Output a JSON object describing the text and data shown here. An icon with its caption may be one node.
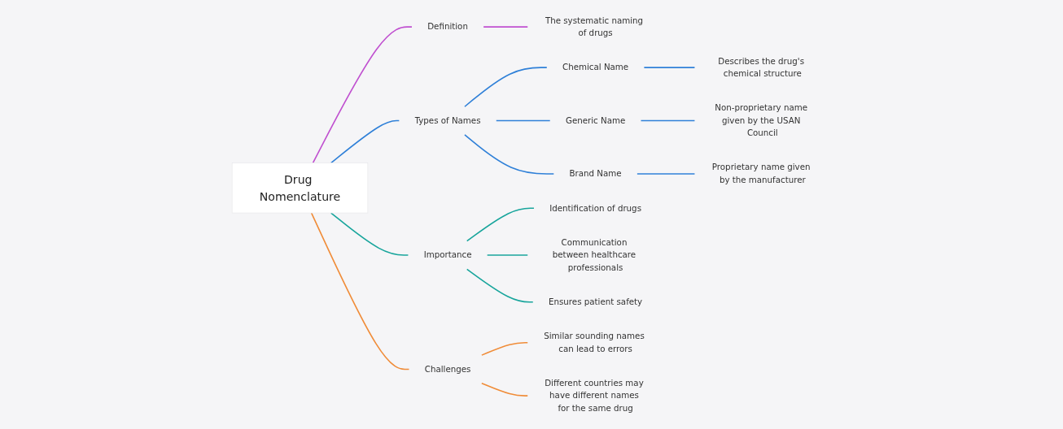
{
  "diagram": {
    "nodes": [
      {
        "text": [
          "Drug Nomenclature"
        ]
      },
      {
        "text": [
          "Definition"
        ]
      },
      {
        "text": [
          "The systematic naming of drugs"
        ]
      },
      {
        "text": [
          "Types of Names"
        ]
      },
      {
        "text": [
          "Chemical Name"
        ]
      },
      {
        "text": [
          "Describes the drug's chemical structure"
        ]
      },
      {
        "text": [
          "Generic Name"
        ]
      },
      {
        "text": [
          "Non-proprietary name given by the USAN Council"
        ]
      },
      {
        "text": [
          "Brand Name"
        ]
      },
      {
        "text": [
          "Proprietary name given by the manufacturer"
        ]
      },
      {
        "text": [
          "Importance"
        ]
      },
      {
        "text": [
          "Identification of drugs"
        ]
      },
      {
        "text": [
          "Communication between healthcare professionals"
        ]
      },
      {
        "text": [
          "Ensures patient safety"
        ]
      },
      {
        "text": [
          "Challenges"
        ]
      },
      {
        "text": [
          "Similar sounding names can lead to errors"
        ]
      },
      {
        "text": [
          "Different countries may have different names for the same drug"
        ]
      }
    ],
    "edges": [
      {
        "from": 0,
        "to": 1,
        "arrow": "none",
        "color": "#c050d0"
      },
      {
        "from": 1,
        "to": 2,
        "arrow": "none",
        "color": "#c050d0"
      },
      {
        "from": 0,
        "to": 3,
        "arrow": "none"
      },
      {
        "from": 3,
        "to": 4,
        "arrow": "none"
      },
      {
        "from": 4,
        "to": 5,
        "arrow": "none"
      },
      {
        "from": 3,
        "to": 6,
        "arrow": "none"
      },
      {
        "from": 6,
        "to": 7,
        "arrow": "none"
      },
      {
        "from": 3,
        "to": 8,
        "arrow": "none"
      },
      {
        "from": 8,
        "to": 9,
        "arrow": "none"
      },
      {
        "from": 0,
        "to": 10,
        "arrow": "none",
        "color": "#18a59c"
      },
      {
        "from": 10,
        "to": 11,
        "arrow": "none",
        "color": "#18a59c"
      },
      {
        "from": 10,
        "to": 12,
        "arrow": "none",
        "color": "#18a59c"
      },
      {
        "from": 10,
        "to": 13,
        "arrow": "none",
        "color": "#18a59c"
      },
      {
        "from": 0,
        "to": 14,
        "arrow": "none",
        "color": "#f08c38"
      },
      {
        "from": 14,
        "to": 15,
        "arrow": "none",
        "color": "#f08c38"
      },
      {
        "from": 14,
        "to": 16,
        "arrow": "none",
        "color": "#f08c38"
      }
    ]
  }
}
